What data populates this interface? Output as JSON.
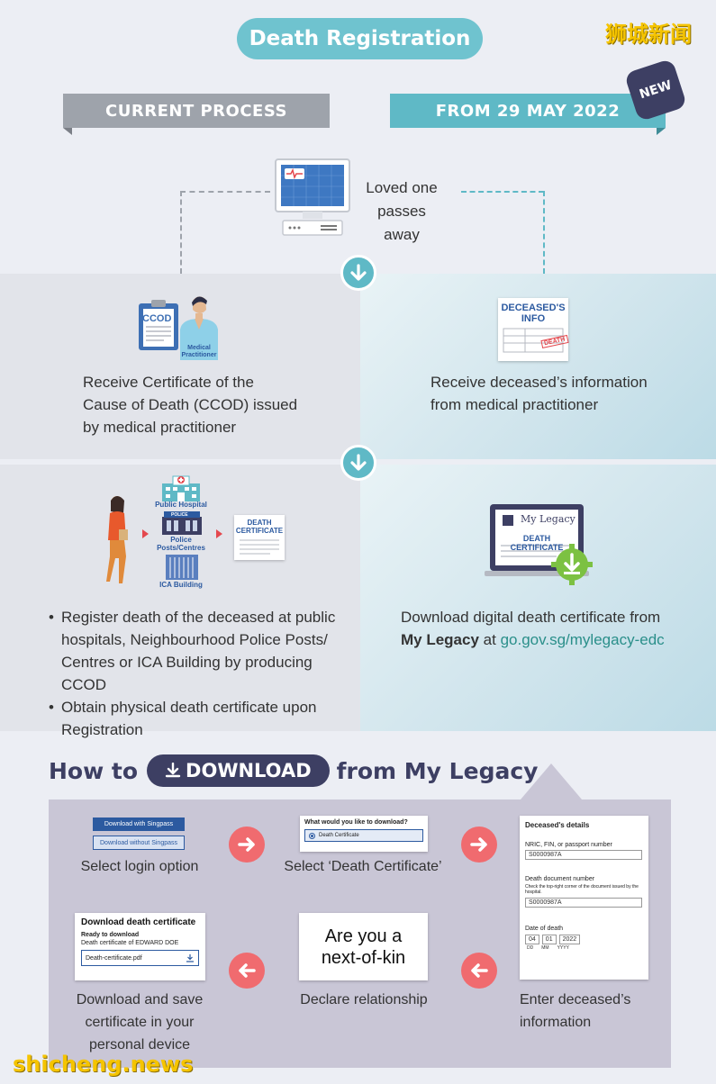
{
  "header": {
    "title": "Death Registration",
    "watermark_top": "狮城新闻",
    "current_process_label": "CURRENT PROCESS",
    "new_process_label": "FROM 29 MAY 2022",
    "new_badge": "NEW"
  },
  "step1": {
    "text": "Loved one passes away"
  },
  "step2": {
    "left_icon_ccod": "CCOD",
    "left_icon_person": "Medical Practitioner",
    "left_text": "Receive Certificate of the Cause of Death (CCOD) issued by medical practitioner",
    "right_icon_title": "DECEASED'S INFO",
    "right_icon_stamp": "DEATH",
    "right_text": "Receive deceased’s information from medical practitioner"
  },
  "step3": {
    "left_places": [
      "Public Hospital",
      "Police Posts/Centres",
      "ICA Building"
    ],
    "police_sign": "POLICE",
    "left_certificate": "DEATH CERTIFICATE",
    "left_bullets": [
      "Register death of the deceased at public hospitals, Neighbourhood Police Posts/ Centres or ICA Building by producing CCOD",
      "Obtain physical death certificate upon Registration"
    ],
    "right_app_title": "My Legacy",
    "right_app_banner": "DEATH CERTIFICATE",
    "right_text_prefix": "Download digital death certificate from",
    "right_text_bold": "My Legacy",
    "right_text_at": "at",
    "right_text_link": "go.gov.sg/mylegacy-edc"
  },
  "howto": {
    "prefix": "How to",
    "download_label": "DOWNLOAD",
    "suffix": "from My Legacy",
    "steps": {
      "login": {
        "btn_singpass": "Download with Singpass",
        "btn_without": "Download without Singpass",
        "label": "Select login option"
      },
      "select": {
        "question": "What would you like to download?",
        "option": "Death Certificate",
        "label": "Select ‘Death Certificate’"
      },
      "details": {
        "heading": "Deceased's details",
        "nric_label": "NRIC, FIN, or passport number",
        "nric_value": "S0000987A",
        "doc_label": "Death document number",
        "doc_hint": "Check the top-right corner of the document issued by the hospital.",
        "doc_value": "S0000987A",
        "date_label": "Date of death",
        "date_dd": "04",
        "date_mm": "01",
        "date_yyyy": "2022",
        "dd": "DD",
        "mm": "MM",
        "yyyy": "YYYY",
        "label": "Enter deceased’s information"
      },
      "relationship": {
        "text": "Are you a next-of-kin",
        "label": "Declare relationship"
      },
      "download": {
        "heading": "Download death certificate",
        "ready": "Ready to download",
        "desc": "Death certificate of EDWARD DOE",
        "file": "Death-certificate.pdf",
        "label": "Download and save certificate in your personal device"
      }
    }
  },
  "watermark_bottom": "shicheng.news",
  "colors": {
    "teal": "#5fb9c6",
    "grey": "#9ea3ab",
    "navy": "#3d3f63",
    "red_arrow": "#f06b6f",
    "link": "#2a8f8a"
  },
  "icons": [
    "monitor-icon",
    "arrow-down-icon",
    "clipboard-icon",
    "doctor-icon",
    "document-icon",
    "woman-walking-icon",
    "hospital-icon",
    "police-post-icon",
    "ica-building-icon",
    "laptop-icon",
    "download-gear-icon",
    "arrow-right-icon",
    "arrow-left-icon",
    "download-icon"
  ]
}
